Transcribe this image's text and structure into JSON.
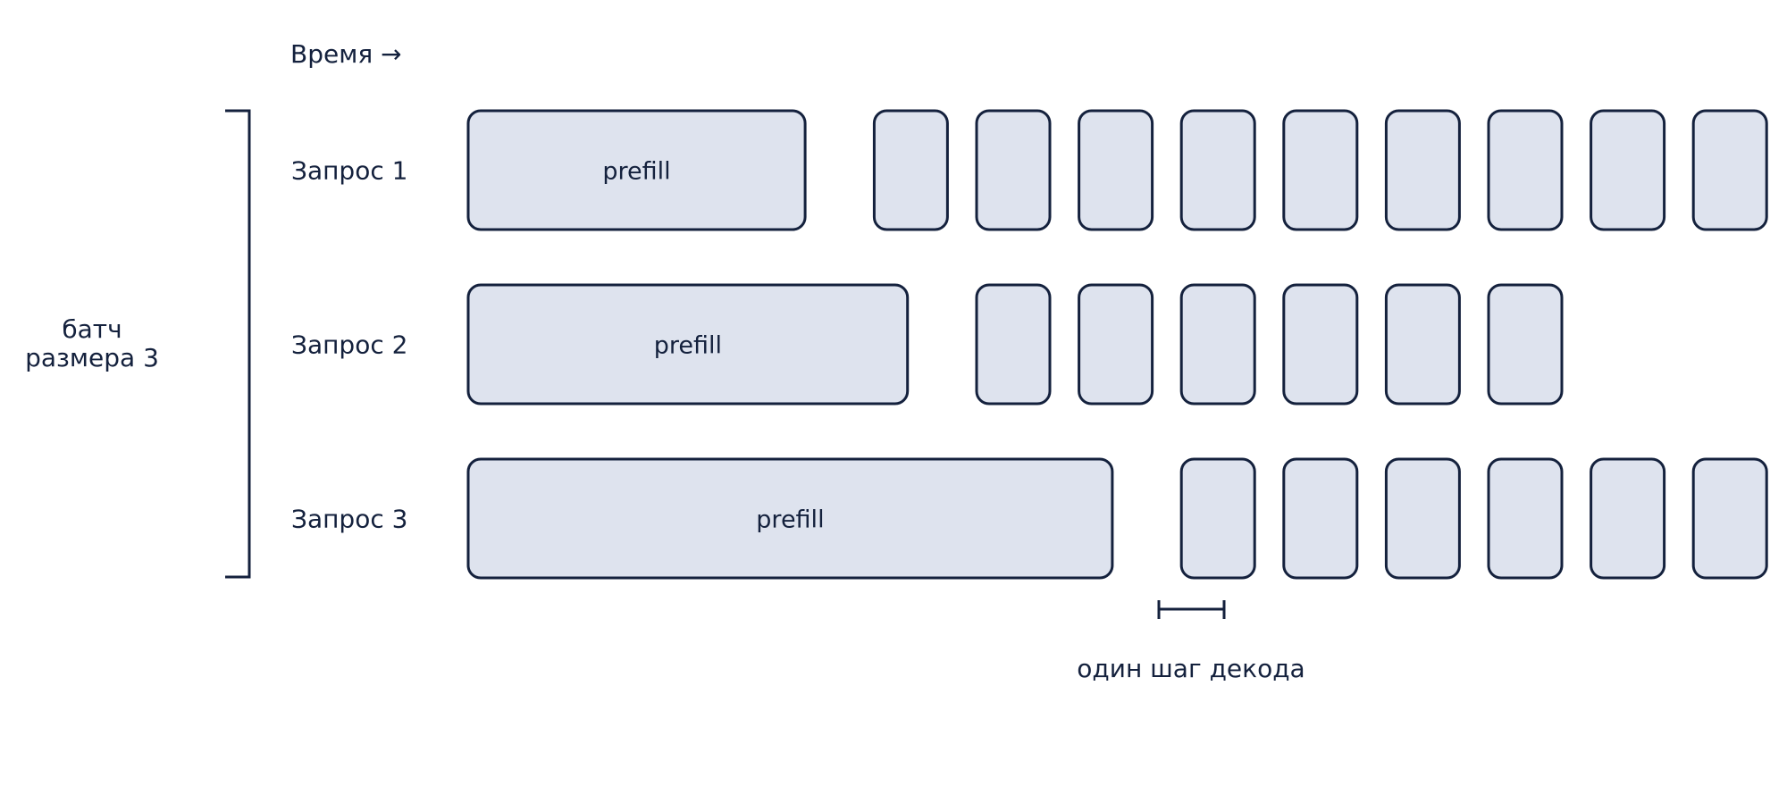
{
  "time_label": "Время →",
  "batch_label": [
    "батч",
    "размера 3"
  ],
  "prefill_label": "prefill",
  "decode_step_label": "один шаг декода",
  "requests": [
    {
      "label": "Запрос 1",
      "prefill_steps": 3.5,
      "decode_start_step": 4,
      "decode_tokens": 9
    },
    {
      "label": "Запрос 2",
      "prefill_steps": 4.5,
      "decode_start_step": 5,
      "decode_tokens": 6
    },
    {
      "label": "Запрос 3",
      "prefill_steps": 6.5,
      "decode_start_step": 7,
      "decode_tokens": 6
    }
  ],
  "colors": {
    "box_fill": "#dee3ee",
    "stroke": "#14213d",
    "text": "#14213d"
  }
}
